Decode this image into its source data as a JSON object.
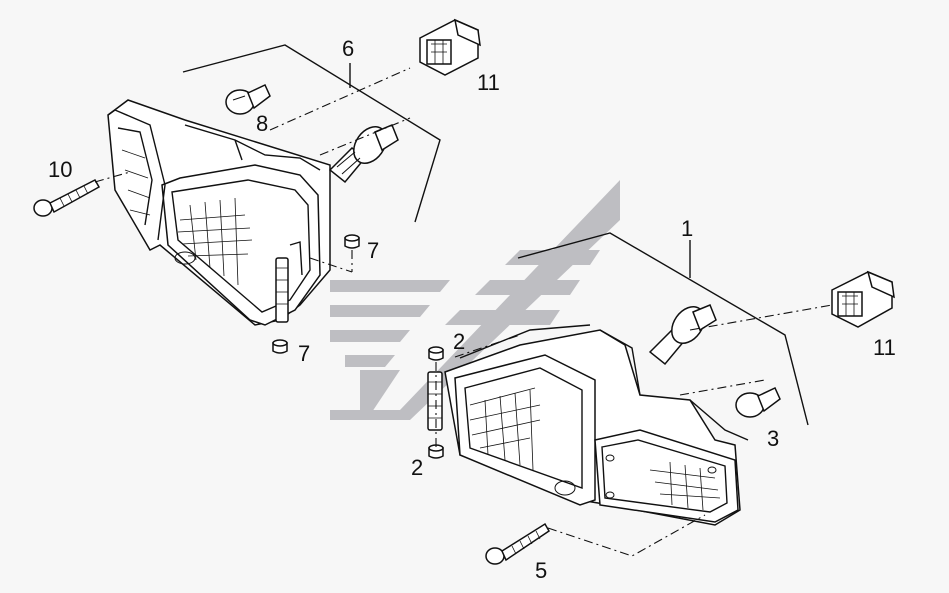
{
  "diagram": {
    "callouts": [
      {
        "id": "c1",
        "text": "1"
      },
      {
        "id": "c2a",
        "text": "2"
      },
      {
        "id": "c2b",
        "text": "2"
      },
      {
        "id": "c3",
        "text": "3"
      },
      {
        "id": "c5",
        "text": "5"
      },
      {
        "id": "c6",
        "text": "6"
      },
      {
        "id": "c7a",
        "text": "7"
      },
      {
        "id": "c7b",
        "text": "7"
      },
      {
        "id": "c8",
        "text": "8"
      },
      {
        "id": "c10",
        "text": "10"
      },
      {
        "id": "c11a",
        "text": "11"
      },
      {
        "id": "c11b",
        "text": "11"
      }
    ],
    "watermark_color": "#b8b8bd",
    "line_color": "#111111"
  }
}
